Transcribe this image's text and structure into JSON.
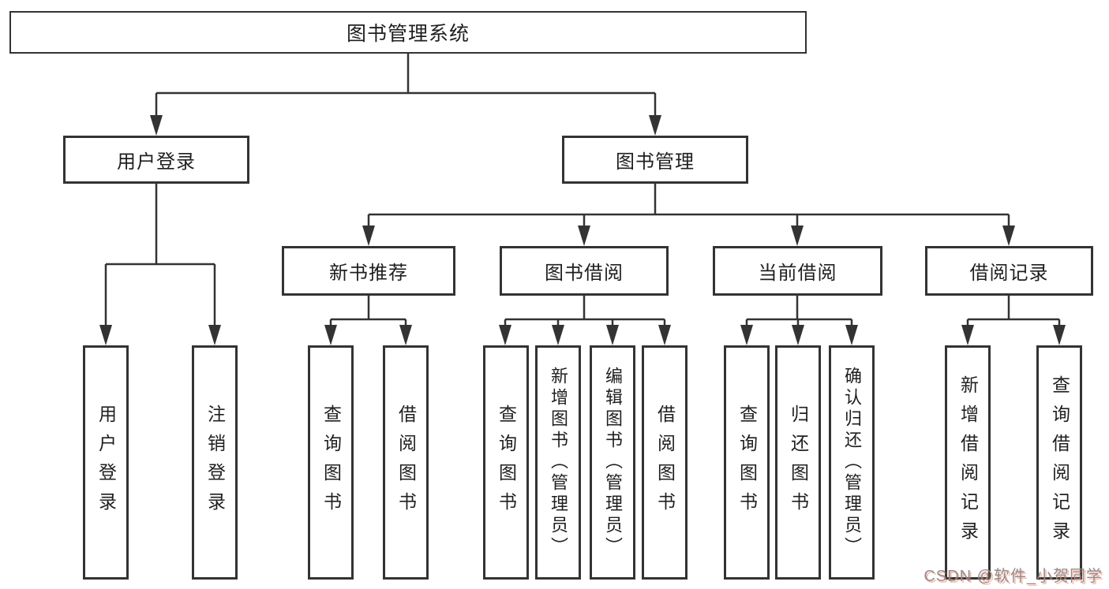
{
  "diagram": {
    "root": {
      "label": "图书管理系统",
      "children": [
        {
          "label": "用户登录",
          "children": [
            {
              "label": "用户登录"
            },
            {
              "label": "注销登录"
            }
          ]
        },
        {
          "label": "图书管理",
          "children": [
            {
              "label": "新书推荐",
              "children": [
                {
                  "label": "查询图书"
                },
                {
                  "label": "借阅图书"
                }
              ]
            },
            {
              "label": "图书借阅",
              "children": [
                {
                  "label": "查询图书"
                },
                {
                  "label": "新增图书（管理员）"
                },
                {
                  "label": "编辑图书（管理员）"
                },
                {
                  "label": "借阅图书"
                }
              ]
            },
            {
              "label": "当前借阅",
              "children": [
                {
                  "label": "查询图书"
                },
                {
                  "label": "归还图书"
                },
                {
                  "label": "确认归还（管理员）"
                }
              ]
            },
            {
              "label": "借阅记录",
              "children": [
                {
                  "label": "新增借阅记录"
                },
                {
                  "label": "查询借阅记录"
                }
              ]
            }
          ]
        }
      ]
    }
  },
  "watermark": {
    "text": "CSDN @软件_小贺同学"
  },
  "colors": {
    "line": "#333333",
    "text": "#1f1f1f",
    "watermark_gray": "#8f8f8f",
    "watermark_red": "#fc5531"
  }
}
